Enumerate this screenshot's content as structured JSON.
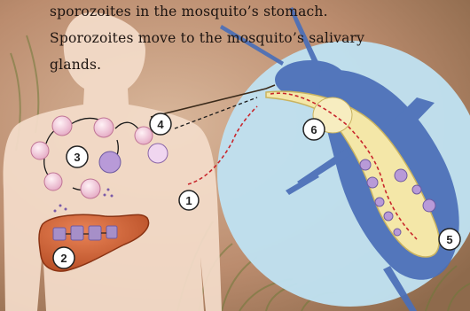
{
  "caption": {
    "line1": "sporozoites in the mosquito’s stomach.",
    "line2": "Sporozoites move to the mosquito’s salivary",
    "line3": "glands."
  },
  "steps": [
    {
      "number": "1"
    },
    {
      "number": "2"
    },
    {
      "number": "3"
    },
    {
      "number": "4"
    },
    {
      "number": "5"
    },
    {
      "number": "6"
    }
  ],
  "colors": {
    "background": "#c79a7c",
    "body": "#f3dcc9",
    "liver": "#d8663c",
    "mosquito_circle": "#bfe0ef",
    "mosquito": "#4b6fb8",
    "gut": "#f4e7a8",
    "blood_path": "#c8262c"
  }
}
